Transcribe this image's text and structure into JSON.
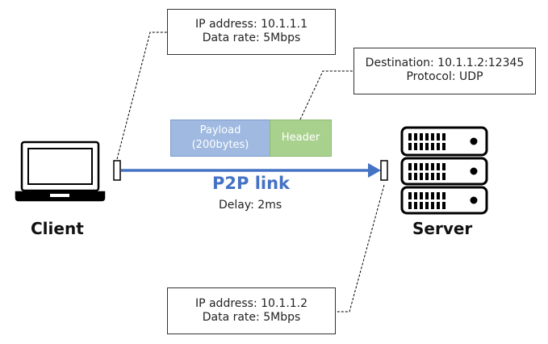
{
  "client": {
    "label": "Client",
    "ip_address": "IP address: 10.1.1.1",
    "data_rate": "Data rate: 5Mbps"
  },
  "server": {
    "label": "Server",
    "ip_address": "IP address: 10.1.1.2",
    "data_rate": "Data rate: 5Mbps"
  },
  "packet": {
    "payload_line1": "Payload",
    "payload_line2": "(200bytes)",
    "header": "Header",
    "destination": "Destination:  10.1.1.2:12345",
    "protocol": "Protocol: UDP"
  },
  "link": {
    "label": "P2P link",
    "delay": "Delay: 2ms"
  },
  "colors": {
    "link": "#4472c4",
    "payload": "#9fb9e0",
    "header": "#a9d18e"
  }
}
